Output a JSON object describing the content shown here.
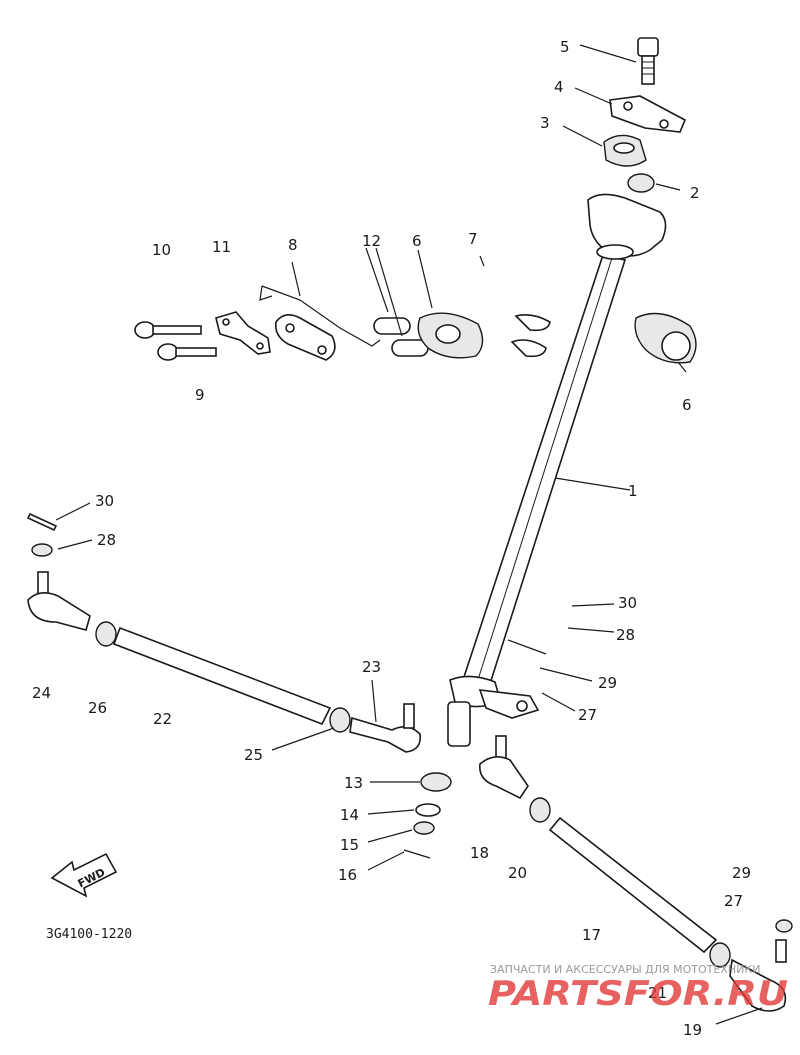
{
  "diagram": {
    "drawing_code": "3G4100-1220",
    "fwd_label": "FWD",
    "part_labels": {
      "p5": "5",
      "p4": "4",
      "p3": "3",
      "p2": "2",
      "p10": "10",
      "p11": "11",
      "p8": "8",
      "p12": "12",
      "p6a": "6",
      "p7": "7",
      "p9": "9",
      "p6b": "6",
      "p1": "1",
      "p30a": "30",
      "p28a": "28",
      "p24": "24",
      "p26": "26",
      "p22": "22",
      "p23": "23",
      "p25": "25",
      "p30b": "30",
      "p28b": "28",
      "p29a": "29",
      "p27a": "27",
      "p13": "13",
      "p14": "14",
      "p15": "15",
      "p16": "16",
      "p18": "18",
      "p20": "20",
      "p29b": "29",
      "p27b": "27",
      "p17": "17",
      "p21": "21",
      "p19": "19"
    }
  },
  "watermark": {
    "tagline": "ЗАПЧАСТИ И АКСЕССУАРЫ ДЛЯ МОТОТЕХНИКИ",
    "brand": "PARTSFOR.RU",
    "color": "#e23a3a"
  }
}
